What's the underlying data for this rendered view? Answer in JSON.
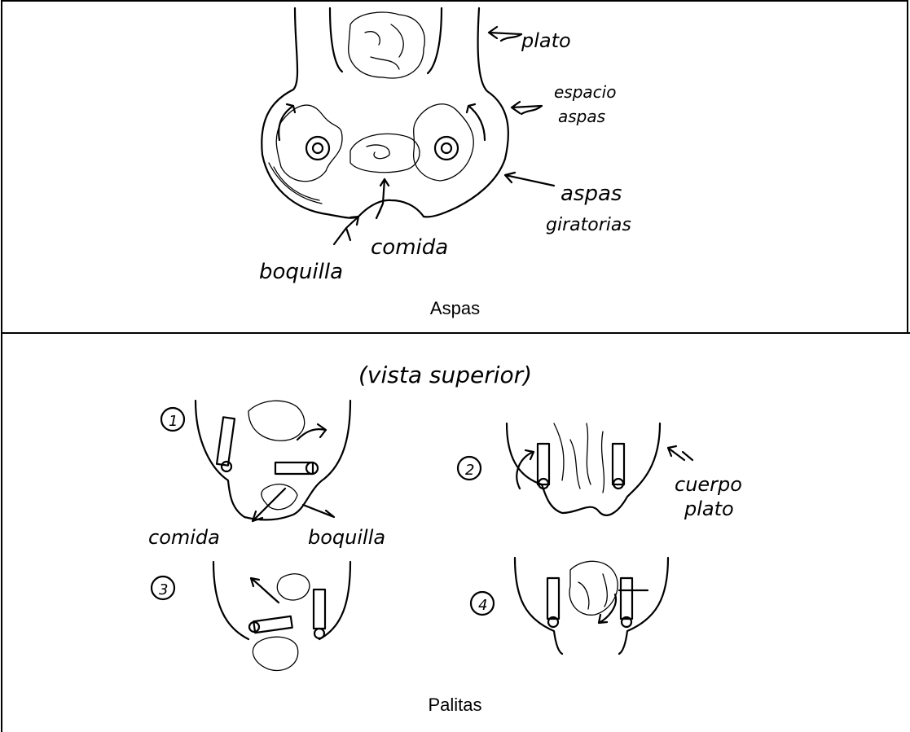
{
  "panels": [
    {
      "caption": "Aspas",
      "labels": {
        "plato": "plato",
        "espacio": "espacio",
        "aspas_top": "aspas",
        "aspas": "aspas",
        "giratorias": "giratorias",
        "comida": "comida",
        "boquilla": "boquilla"
      }
    },
    {
      "caption": "Palitas",
      "labels": {
        "vista": "(vista superior)",
        "n1": "1",
        "n2": "2",
        "n3": "3",
        "n4": "4",
        "cuerpo": "cuerpo",
        "plato": "plato",
        "comida": "comida",
        "boquilla": "boquilla"
      }
    }
  ]
}
